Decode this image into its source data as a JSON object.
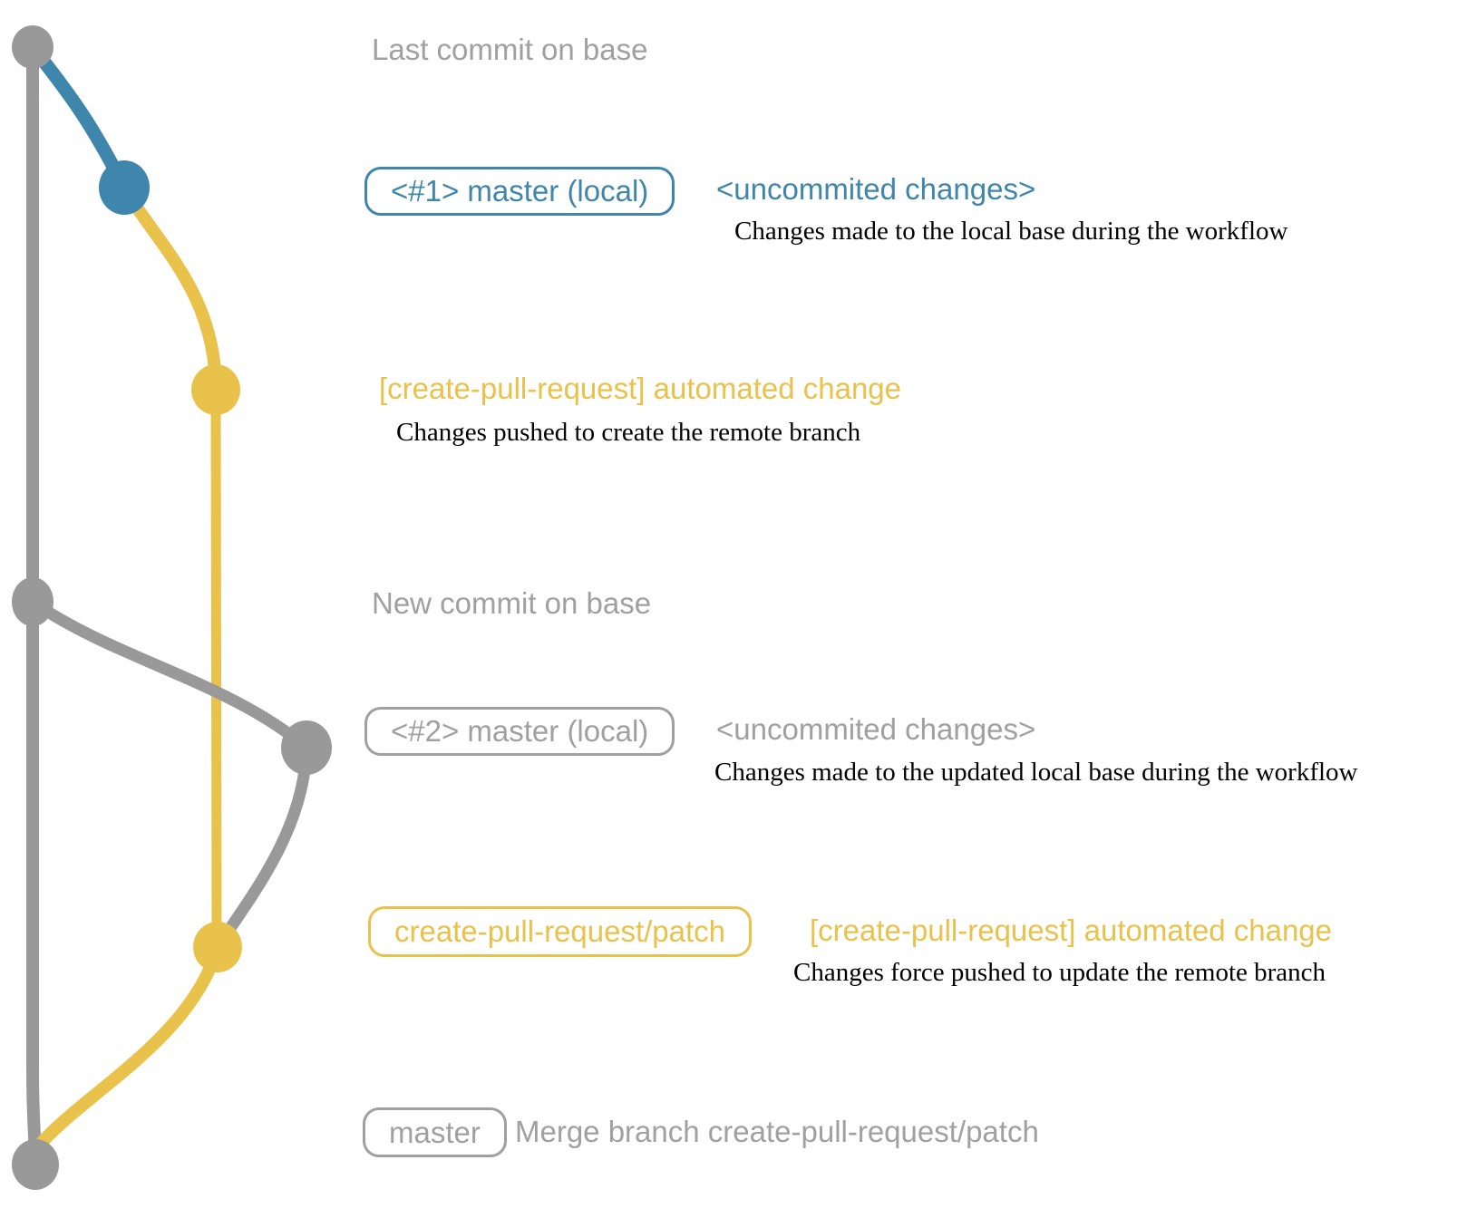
{
  "colors": {
    "gray": "#999999",
    "gray_text": "#a0a0a0",
    "blue": "#3e86ab",
    "yellow": "#e9c24c",
    "annotation_text": "#000000"
  },
  "rows": {
    "row1": {
      "label": "Last commit on base"
    },
    "row2": {
      "badge": "<#1> master (local)",
      "title": "<uncommited changes>",
      "desc": "Changes made to the local base during the workflow"
    },
    "row3": {
      "title": "[create-pull-request] automated change",
      "desc": "Changes pushed to create the remote branch"
    },
    "row4": {
      "label": "New commit on base"
    },
    "row5": {
      "badge": "<#2> master (local)",
      "title": "<uncommited changes>",
      "desc": "Changes made to the updated local base during the workflow"
    },
    "row6": {
      "badge": "create-pull-request/patch",
      "title": "[create-pull-request] automated change",
      "desc": "Changes force pushed to update the remote branch"
    },
    "row7": {
      "badge": "master",
      "title": "Merge branch create-pull-request/patch"
    }
  }
}
